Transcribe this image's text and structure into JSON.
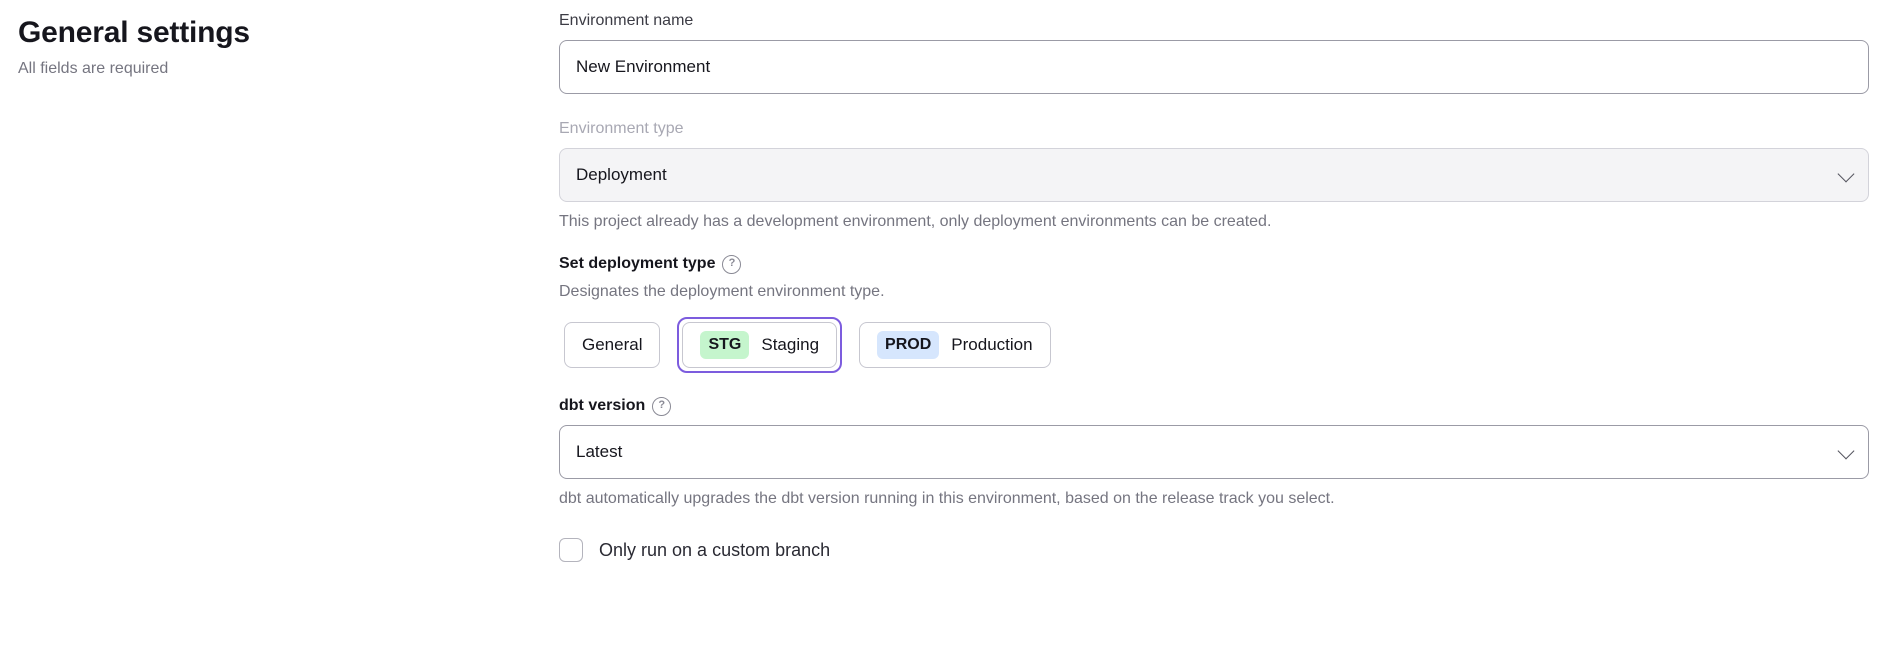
{
  "header": {
    "title": "General settings",
    "subtitle": "All fields are required"
  },
  "form": {
    "environment_name": {
      "label": "Environment name",
      "value": "New Environment"
    },
    "environment_type": {
      "label": "Environment type",
      "value": "Deployment",
      "helper": "This project already has a development environment, only deployment environments can be created.",
      "chevron_icon": "chevron-down-icon",
      "disabled": true
    },
    "deployment_type": {
      "label": "Set deployment type",
      "help_icon": "help-circle-icon",
      "help_icon_glyph": "?",
      "helper": "Designates the deployment environment type.",
      "options": [
        {
          "label": "General",
          "badge": "",
          "selected": false
        },
        {
          "label": "Staging",
          "badge": "STG",
          "selected": true
        },
        {
          "label": "Production",
          "badge": "PROD",
          "selected": false
        }
      ]
    },
    "dbt_version": {
      "label": "dbt version",
      "help_icon": "help-circle-icon",
      "help_icon_glyph": "?",
      "value": "Latest",
      "helper": "dbt automatically upgrades the dbt version running in this environment, based on the release track you select.",
      "chevron_icon": "chevron-down-icon"
    },
    "custom_branch": {
      "label": "Only run on a custom branch",
      "checked": false
    }
  },
  "colors": {
    "focus_ring": "#7c5cde",
    "badge_staging_bg": "#c5f5cd",
    "badge_production_bg": "#d6e6fd",
    "muted_text": "#757580",
    "disabled_text": "#a8a8b3"
  }
}
